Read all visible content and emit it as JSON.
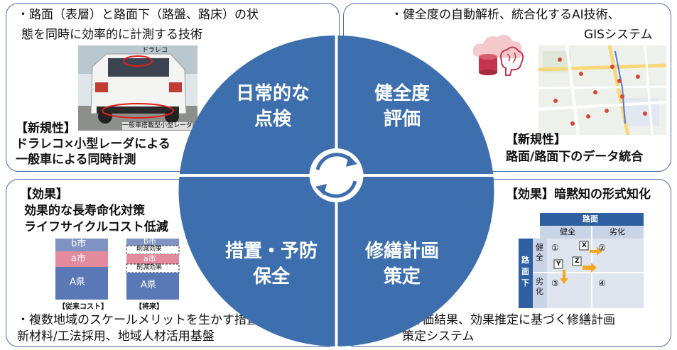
{
  "top_left": {
    "lines": [
      "・路面（表層）と路面下（路盤、路床）の状",
      "態を同時に効率的に計測する技術"
    ],
    "photo": {
      "label_top": "ドラレコ",
      "label_bottom": "一般車搭載型小型レーダ"
    },
    "novelty": [
      "【新規性】",
      "ドラレコ×小型レーダによる",
      "一般車による同時計測"
    ]
  },
  "top_right": {
    "lines": [
      "・健全度の自動解析、統合化するAI技術、",
      "GISシステム"
    ],
    "novelty": [
      "【新規性】",
      "路面/路面下のデータ統合"
    ]
  },
  "bottom_left": {
    "effect": [
      "【効果】",
      "効果的な長寿命化対策",
      "ライフサイクルコスト低減"
    ],
    "bars": {
      "left_labels": [
        "b市",
        "a市",
        "A県"
      ],
      "right_labels": [
        "b市",
        "削減効果",
        "a市",
        "削減効果",
        "A県"
      ],
      "left_caption": "【従来コスト】",
      "right_caption": "【将来】"
    },
    "lines": [
      "・複数地域のスケールメリットを生かす措置",
      "新材料/工法採用、地域人材活用基盤"
    ]
  },
  "bottom_right": {
    "effect": "【効果】暗黙知の形式知化",
    "matrix": {
      "header": "路面",
      "cols": [
        "健全",
        "劣化"
      ],
      "row_header": [
        "路",
        "面",
        "下"
      ],
      "row_labels": [
        "健全",
        "劣化"
      ],
      "cells": [
        "①",
        "②",
        "③",
        "④"
      ],
      "markers": [
        "X",
        "Y",
        "Z"
      ]
    },
    "lines": [
      "・評価結果、効果推定に基づく修繕計画",
      "策定システム"
    ]
  },
  "circle": {
    "quadrants": [
      [
        "日常的な",
        "点検"
      ],
      [
        "健全度",
        "評価"
      ],
      [
        "措置・予防",
        "保全"
      ],
      [
        "修繕計画",
        "策定"
      ]
    ]
  },
  "colors": {
    "circle": "#3d6fae",
    "border": "#4a6fa5",
    "matrix_header": "#2e5fa0",
    "arrow": "#f5a623"
  }
}
